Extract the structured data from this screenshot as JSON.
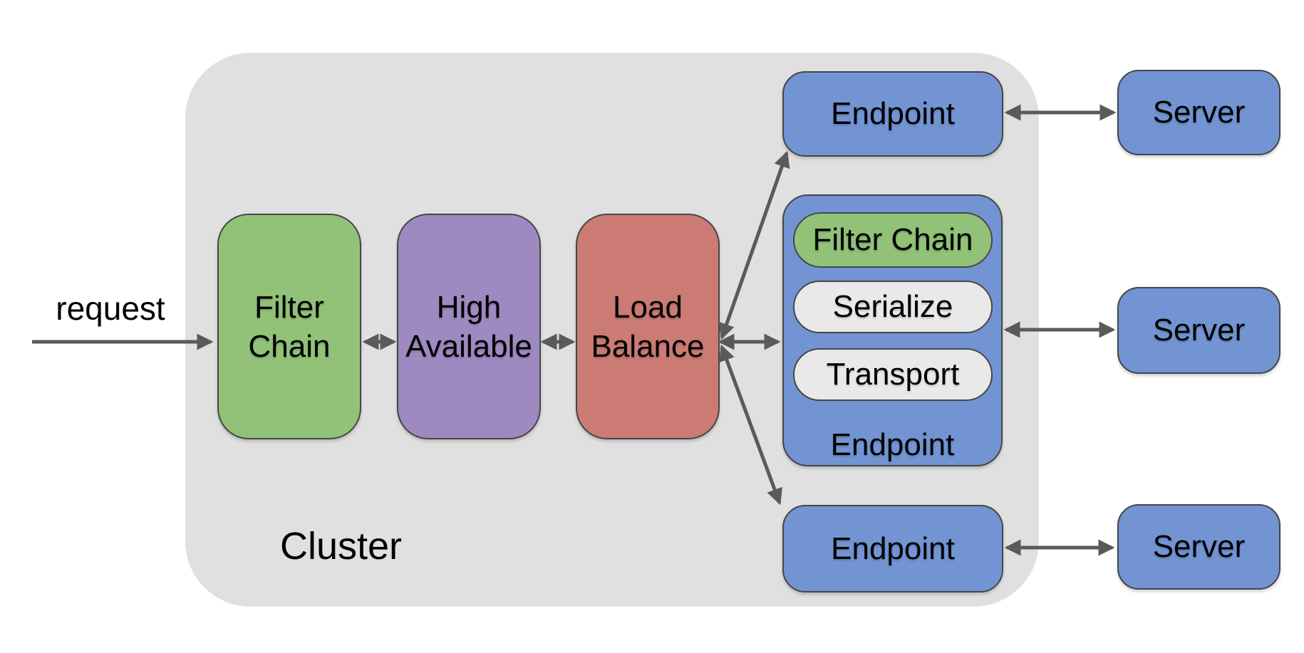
{
  "diagram": {
    "request_label": "request",
    "cluster": {
      "label": "Cluster",
      "nodes": [
        {
          "id": "filter-chain",
          "label": "Filter Chain"
        },
        {
          "id": "high-available",
          "label": "High Available"
        },
        {
          "id": "load-balance",
          "label": "Load Balance"
        }
      ],
      "endpoints": {
        "top": {
          "label": "Endpoint"
        },
        "middle": {
          "label": "Endpoint",
          "layers": [
            {
              "id": "filter-chain",
              "label": "Filter Chain",
              "color_key": "green"
            },
            {
              "id": "serialize",
              "label": "Serialize",
              "color_key": "pill_gray"
            },
            {
              "id": "transport",
              "label": "Transport",
              "color_key": "pill_gray"
            }
          ]
        },
        "bottom": {
          "label": "Endpoint"
        }
      }
    },
    "servers": [
      {
        "label": "Server"
      },
      {
        "label": "Server"
      },
      {
        "label": "Server"
      }
    ],
    "colors": {
      "cluster_bg": "#e0e0e0",
      "green": "#92c278",
      "purple": "#9e8ac0",
      "red": "#cb7b74",
      "blue": "#7294d3",
      "pill_gray": "#e9e9e9",
      "arrow": "#5a5a5a",
      "border": "#464646"
    }
  }
}
